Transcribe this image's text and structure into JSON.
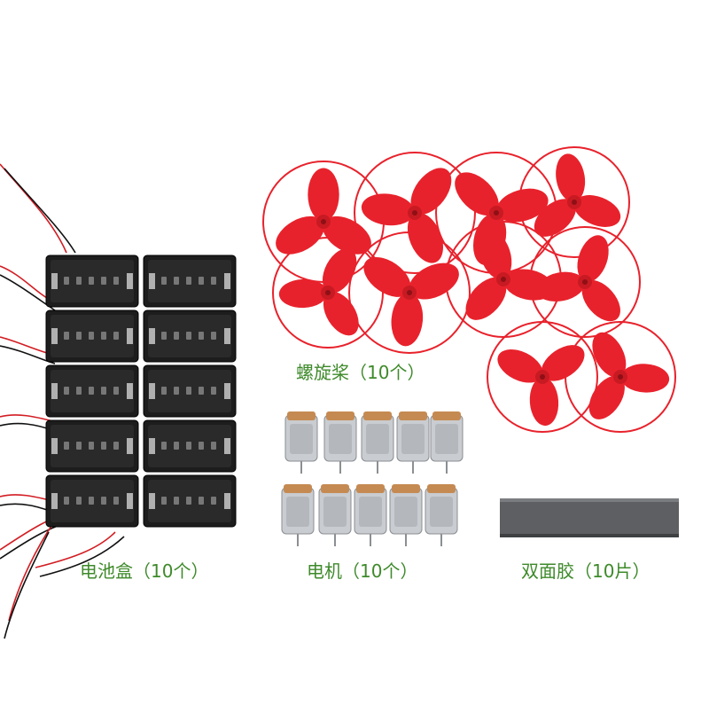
{
  "labels": {
    "propellers": "螺旋桨（10个）",
    "battery_boxes": "电池盒（10个）",
    "motors": "电机（10个）",
    "tape": "双面胶（10片）"
  },
  "colors": {
    "background": "#ffffff",
    "propeller_red": "#e8222c",
    "battery_box": "#1d1d1d",
    "motor_silver": "#c9ccd0",
    "motor_cap": "#c58a52",
    "tape_gray": "#5d5f62",
    "caption_green": "#3e8a2a"
  },
  "counts": {
    "propellers": 10,
    "battery_boxes": 10,
    "motors": 10,
    "tape_strips": 1
  }
}
